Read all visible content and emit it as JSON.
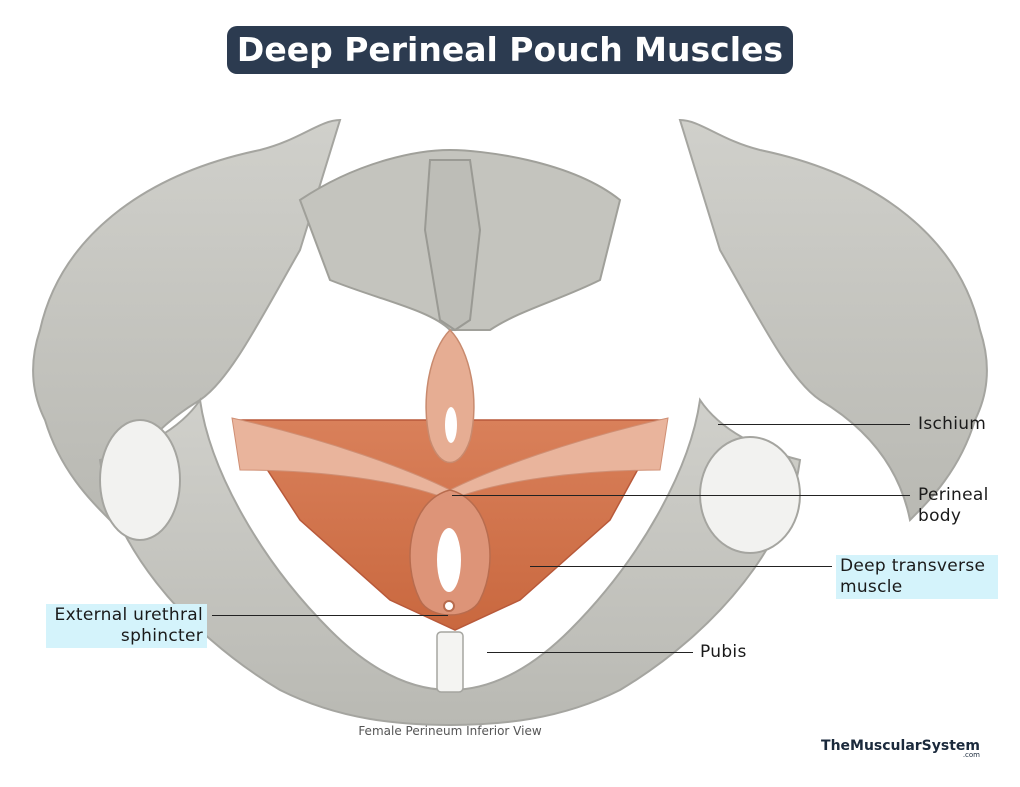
{
  "title": "Deep Perineal Pouch Muscles",
  "labels": {
    "ischium": "Ischium",
    "perineal_body_line1": "Perineal",
    "perineal_body_line2": "body",
    "deep_transverse_line1": "Deep transverse",
    "deep_transverse_line2": "muscle",
    "external_urethral_line1": "External urethral",
    "external_urethral_line2": "sphincter",
    "pubis": "Pubis"
  },
  "caption": "Female Perineum Inferior View",
  "brand": {
    "name": "TheMuscularSystem",
    "suffix": ".com"
  },
  "colors": {
    "title_bg": "#2c3b50",
    "highlight_bg": "#d4f3fb",
    "bone": "#c9c9c4",
    "muscle": "#d9805a",
    "muscle_light": "#eab9a0"
  }
}
